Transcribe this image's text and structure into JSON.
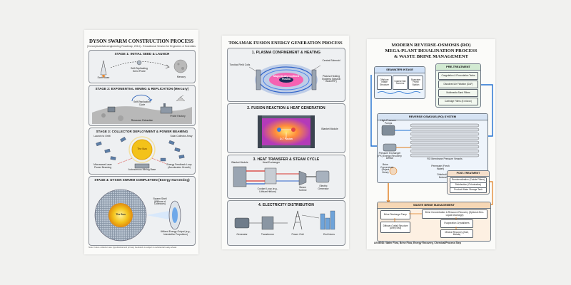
{
  "dyson": {
    "title": "DYSON SWARM CONSTRUCTION PROCESS",
    "subtitle": "(Conceptual Astroengineering Roadmap, 2014) - Educational Version for Engineers & Scientists",
    "stage1": {
      "title": "STAGE 1: INITIAL SEED & LAUNCH",
      "earth": "Earth Base",
      "probe": "Self-Replicating Seed Probe",
      "mercury": "Mercury"
    },
    "stage2": {
      "title": "STAGE 2: EXPONENTIAL MINING & REPLICATION (Mercury)",
      "cycle": "Self-Replication Cycle",
      "extraction": "Resource Extraction",
      "factory": "Probe Factory"
    },
    "stage3": {
      "title": "STAGE 3: COLLECTOR DEPLOYMENT & POWER BEAMING",
      "launch": "Launch to Orbit",
      "sun": "The Sun",
      "collector": "Solar Collector Array",
      "beaming": "Microwave/Laser Power Beaming",
      "mining": "Autonomous Mining Base",
      "feedback": "Energy Feedback Loop (Accelerates Growth)"
    },
    "stage4": {
      "title": "STAGE 4: DYSON SWARM COMPLETION (Energy Harvesting)",
      "sun": "The Sun",
      "shell": "Swarm Shell (Millions of Collectors)",
      "utilized": "Utilized Energy Output (e.g., Interstellar Propulsion)"
    },
    "note": "Note: Future collectors are hypothetical and primary feedstock is subject to substantial ready-ahead."
  },
  "tokamak": {
    "title": "TOKAMAK FUSION ENERGY GENERATION PROCESS",
    "step1": {
      "title": "1. PLASMA CONFINEMENT & HEATING",
      "toroidal": "Toroidal Field Coils",
      "central": "Central Solenoid",
      "plasma": "Magnetically Confined Plasma",
      "heating": "Plasma Heating Systems (Neutral Beam/RF)"
    },
    "step2": {
      "title": "2. FUSION REACTION & HEAT GENERATION",
      "reaction": "D-T Fusion",
      "blanket": "Blanket Module"
    },
    "step3": {
      "title": "3. HEAT TRANSFER & STEAM CYCLE",
      "blanket": "Blanket Module",
      "exchanger": "Heat Exchanger",
      "coolant": "Coolant Loop (e.g., Lithium/Helium)",
      "turbine": "Steam Turbine",
      "generator": "Electric Generator"
    },
    "step4": {
      "title": "4. ELECTRICITY DISTRIBUTION",
      "generator": "Generator",
      "transformer": "Transformer",
      "grid": "Power Grid",
      "users": "End Users"
    }
  },
  "ro": {
    "title_line1": "MODERN REVERSE-OSMOSIS (RO)",
    "title_line2": "MEGA-PLANT DESALINATION PROCESS",
    "title_line3": "& WASTE BRINE MANAGEMENT",
    "intake": {
      "title": "SEAWATER INTAKE",
      "i1": "Offshore Intake Structure",
      "i2": "Coarse Bar Screens",
      "i3": "Seawater Pump Station"
    },
    "pretreat": {
      "title": "PRE-TREATMENT",
      "p1": "Coagulation & Flocculation Tanks",
      "p2": "Dissolved Air Flotation (DAF)",
      "p3": "Multimedia Sand Filters",
      "p4": "Cartridge Filters (5 micron)"
    },
    "ro_system": {
      "title": "REVERSE OSMOSIS (RO) SYSTEM",
      "pump": "High-Pressure Pumps",
      "erd": "Pressure Exchanger (PX) Energy Recovery Device",
      "vessels": "RO Membrane Pressure Vessels",
      "permeate": "Permeate (Fresh Water)",
      "brine": "Brine Concentrate (Reject Brine)",
      "distribution": "Distribution Network"
    },
    "posttreat": {
      "title": "POST-TREATMENT",
      "t1": "Remineralization (Calcite Filters)",
      "t2": "Disinfection (Chlorination)",
      "t3": "Product Water Storage Tank"
    },
    "brine": {
      "title": "WASTE BRINE MANAGEMENT",
      "b1": "Brine Discharge Pump",
      "b2": "Brine Concentration & Resource Recovery (Optional Zero-Liquid Discharge)",
      "b3": "Evaporation Crystallizers",
      "b4": "Diffuser Outfall Structure (Deep Sea)",
      "b5": "Mineral Recovery (Salt, Metals)"
    },
    "legend": "LEGEND: Water Flow, Brine Flow, Energy Recovery, Chemical/Process Step"
  },
  "colors": {
    "water": "#1f6fd1",
    "brine": "#e07b1a",
    "green": "#3f9b4a",
    "plasma": "#ff4fa8",
    "field": "#3b6fd6",
    "sun": "#f3c21a"
  }
}
